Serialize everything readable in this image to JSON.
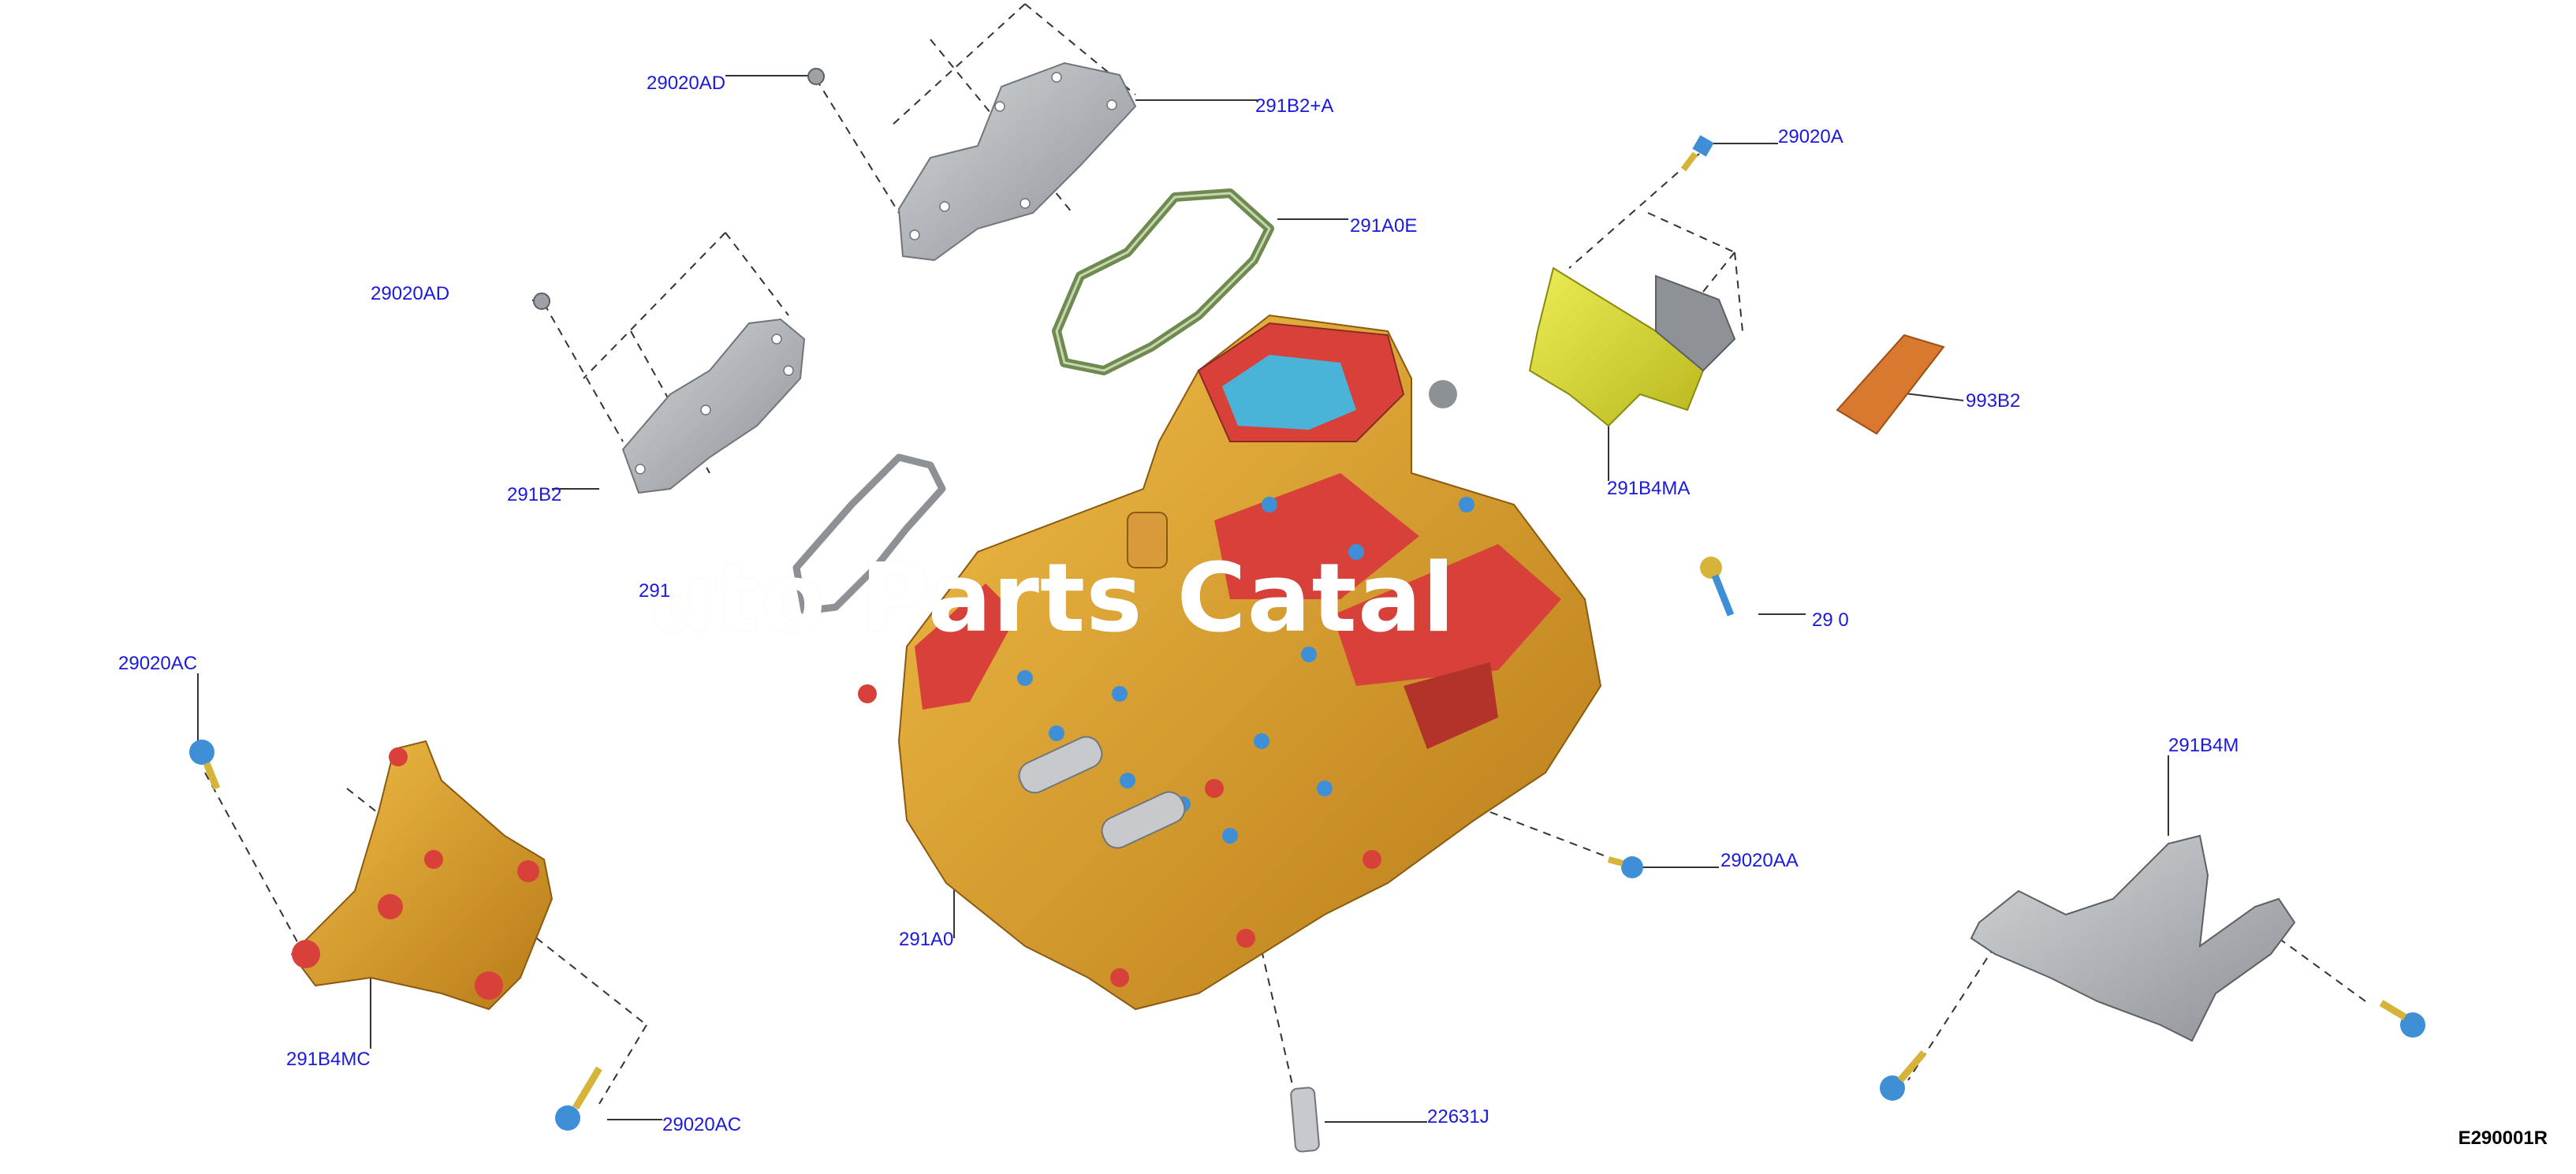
{
  "diagram": {
    "id_label": "E290001R",
    "watermark": "uto Parts Catal"
  },
  "callouts": [
    {
      "key": "29020AD_top",
      "text": "29020AD"
    },
    {
      "key": "291B2A",
      "text": "291B2+A"
    },
    {
      "key": "291A0E",
      "text": "291A0E"
    },
    {
      "key": "29020A",
      "text": "29020A"
    },
    {
      "key": "29020AD_mid",
      "text": "29020AD"
    },
    {
      "key": "291B2",
      "text": "291B2"
    },
    {
      "key": "291B4MA",
      "text": "291B4MA"
    },
    {
      "key": "993B2",
      "text": "993B2"
    },
    {
      "key": "29020AC_left",
      "text": "29020AC"
    },
    {
      "key": "291A0",
      "text": "291A0"
    },
    {
      "key": "29020AA",
      "text": "29020AA"
    },
    {
      "key": "291B4M",
      "text": "291B4M"
    },
    {
      "key": "291B4MC",
      "text": "291B4MC"
    },
    {
      "key": "29020AC_bottom",
      "text": "29020AC"
    },
    {
      "key": "22631J",
      "text": "22631J"
    },
    {
      "key": "2900_partial",
      "text": "29 0"
    },
    {
      "key": "291_partial",
      "text": "291"
    }
  ],
  "colors": {
    "callout_text": "#1a1adc",
    "housing_gold": "#e0a12a",
    "housing_red": "#d8413a",
    "bolt_blue": "#3f8fd6",
    "cover_grey": "#a9acb0",
    "gasket_green": "#6f8a4e",
    "bracket_yellow": "#dada2e",
    "pad_orange": "#d9782f",
    "bracket_grey": "#8e9296"
  }
}
